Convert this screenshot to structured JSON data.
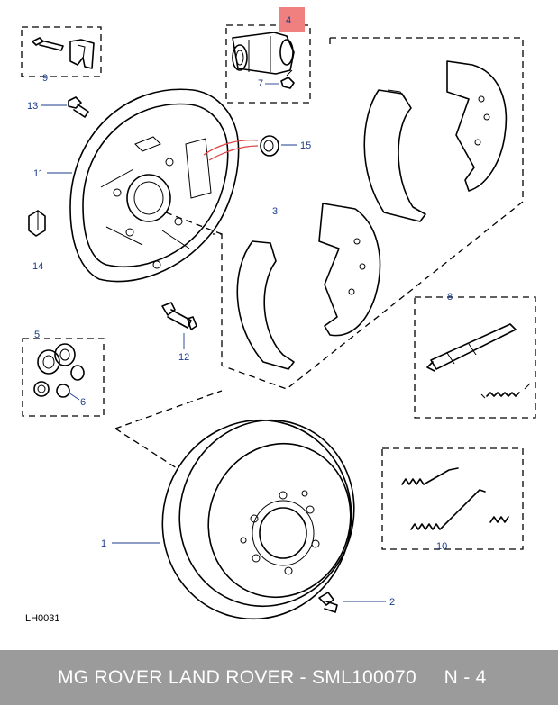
{
  "diagram": {
    "drawing_code": "LH0031",
    "callouts": {
      "c1": "1",
      "c2": "2",
      "c3": "3",
      "c4": "4",
      "c5": "5",
      "c6": "6",
      "c7": "7",
      "c8": "8",
      "c9": "9",
      "c10": "10",
      "c11": "11",
      "c12": "12",
      "c13": "13",
      "c14": "14",
      "c15": "15"
    },
    "highlight_color": "#f08080",
    "callout_color": "#1a3c8c"
  },
  "footer": {
    "text": "MG ROVER LAND ROVER - SML100070     N - 4",
    "background": "#9b9b9b"
  }
}
